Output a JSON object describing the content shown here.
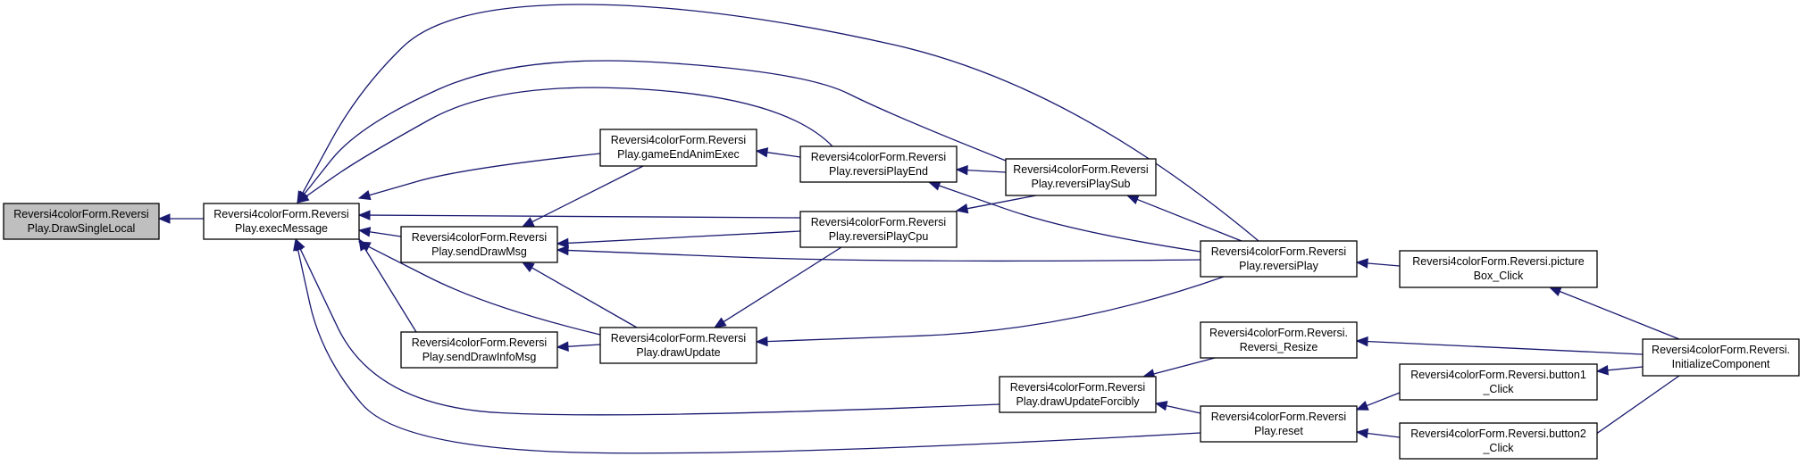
{
  "nodes": {
    "drawSingleLocal": {
      "line1": "Reversi4colorForm.Reversi",
      "line2": "Play.DrawSingleLocal"
    },
    "execMessage": {
      "line1": "Reversi4colorForm.Reversi",
      "line2": "Play.execMessage"
    },
    "sendDrawMsg": {
      "line1": "Reversi4colorForm.Reversi",
      "line2": "Play.sendDrawMsg"
    },
    "sendDrawInfoMsg": {
      "line1": "Reversi4colorForm.Reversi",
      "line2": "Play.sendDrawInfoMsg"
    },
    "gameEndAnimExec": {
      "line1": "Reversi4colorForm.Reversi",
      "line2": "Play.gameEndAnimExec"
    },
    "drawUpdate": {
      "line1": "Reversi4colorForm.Reversi",
      "line2": "Play.drawUpdate"
    },
    "reversiPlayEnd": {
      "line1": "Reversi4colorForm.Reversi",
      "line2": "Play.reversiPlayEnd"
    },
    "reversiPlayCpu": {
      "line1": "Reversi4colorForm.Reversi",
      "line2": "Play.reversiPlayCpu"
    },
    "drawUpdateForcibly": {
      "line1": "Reversi4colorForm.Reversi",
      "line2": "Play.drawUpdateForcibly"
    },
    "reversiPlaySub": {
      "line1": "Reversi4colorForm.Reversi",
      "line2": "Play.reversiPlaySub"
    },
    "reversiPlay": {
      "line1": "Reversi4colorForm.Reversi",
      "line2": "Play.reversiPlay"
    },
    "reversiResize": {
      "line1": "Reversi4colorForm.Reversi.",
      "line2": "Reversi_Resize"
    },
    "reset": {
      "line1": "Reversi4colorForm.Reversi",
      "line2": "Play.reset"
    },
    "pictureBoxClick": {
      "line1": "Reversi4colorForm.Reversi.picture",
      "line2": "Box_Click"
    },
    "button1Click": {
      "line1": "Reversi4colorForm.Reversi.button1",
      "line2": "_Click"
    },
    "button2Click": {
      "line1": "Reversi4colorForm.Reversi.button2",
      "line2": "_Click"
    },
    "initializeComponent": {
      "line1": "Reversi4colorForm.Reversi.",
      "line2": "InitializeComponent"
    }
  },
  "edges": [
    {
      "from": "execMessage",
      "to": "drawSingleLocal"
    },
    {
      "from": "sendDrawMsg",
      "to": "execMessage"
    },
    {
      "from": "sendDrawInfoMsg",
      "to": "execMessage"
    },
    {
      "from": "gameEndAnimExec",
      "to": "execMessage"
    },
    {
      "from": "drawUpdate",
      "to": "execMessage"
    },
    {
      "from": "reversiPlayEnd",
      "to": "execMessage"
    },
    {
      "from": "reversiPlayCpu",
      "to": "execMessage"
    },
    {
      "from": "drawUpdateForcibly",
      "to": "execMessage"
    },
    {
      "from": "reversiPlaySub",
      "to": "execMessage"
    },
    {
      "from": "reversiPlay",
      "to": "execMessage"
    },
    {
      "from": "reset",
      "to": "execMessage"
    },
    {
      "from": "gameEndAnimExec",
      "to": "sendDrawMsg"
    },
    {
      "from": "drawUpdate",
      "to": "sendDrawMsg"
    },
    {
      "from": "reversiPlayCpu",
      "to": "sendDrawMsg"
    },
    {
      "from": "reversiPlay",
      "to": "sendDrawMsg"
    },
    {
      "from": "drawUpdate",
      "to": "sendDrawInfoMsg"
    },
    {
      "from": "reversiPlayEnd",
      "to": "gameEndAnimExec"
    },
    {
      "from": "reversiPlayCpu",
      "to": "drawUpdate"
    },
    {
      "from": "reversiPlay",
      "to": "drawUpdate"
    },
    {
      "from": "reversiPlaySub",
      "to": "reversiPlayEnd"
    },
    {
      "from": "reversiPlay",
      "to": "reversiPlayEnd"
    },
    {
      "from": "reversiPlaySub",
      "to": "reversiPlayCpu"
    },
    {
      "from": "reversiResize",
      "to": "drawUpdateForcibly"
    },
    {
      "from": "reset",
      "to": "drawUpdateForcibly"
    },
    {
      "from": "reversiPlay",
      "to": "reversiPlaySub"
    },
    {
      "from": "pictureBoxClick",
      "to": "reversiPlay"
    },
    {
      "from": "button1Click",
      "to": "reset"
    },
    {
      "from": "button2Click",
      "to": "reset"
    },
    {
      "from": "initializeComponent",
      "to": "pictureBoxClick"
    },
    {
      "from": "initializeComponent",
      "to": "reversiResize"
    },
    {
      "from": "initializeComponent",
      "to": "button1Click"
    },
    {
      "from": "initializeComponent",
      "to": "button2Click"
    }
  ],
  "colors": {
    "edge": "#191970",
    "focus_fill": "#bfbfbf",
    "node_border": "#000000"
  }
}
